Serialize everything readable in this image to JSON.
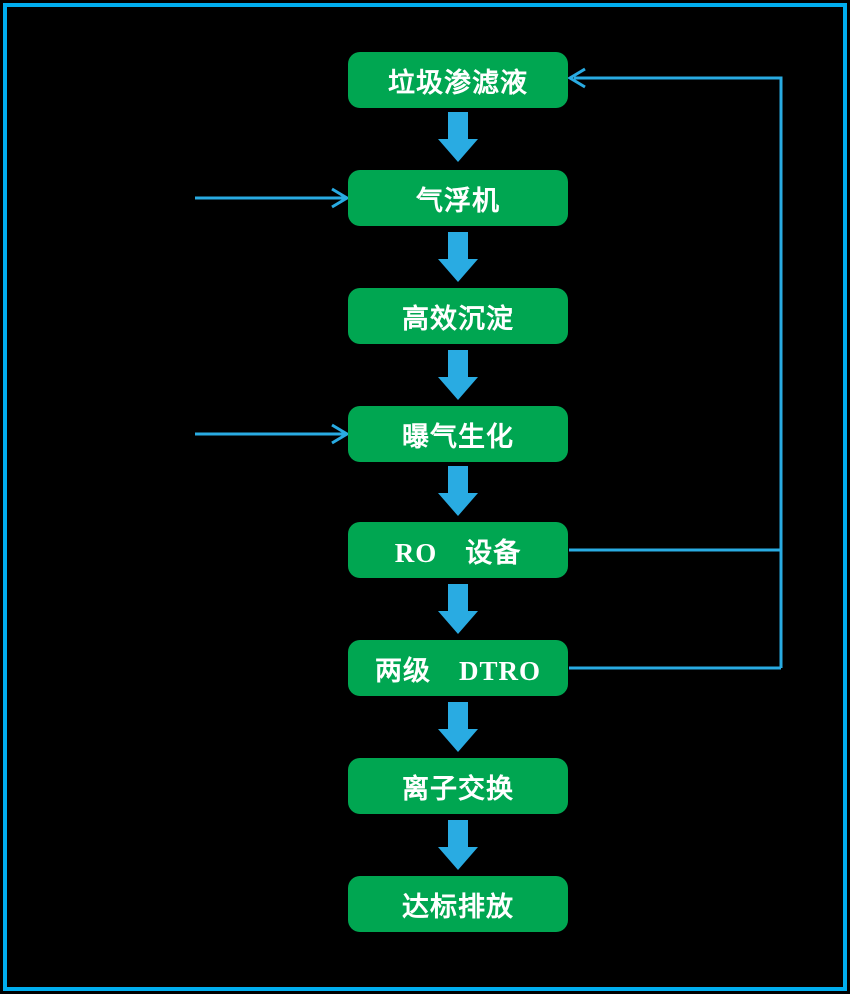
{
  "colors": {
    "background": "#000000",
    "border": "#00AEEF",
    "node_fill": "#00A651",
    "node_text": "#FFFFFF",
    "arrow": "#29ABE2"
  },
  "diagram": {
    "type": "flowchart",
    "nodes": [
      {
        "label": "垃圾渗滤液"
      },
      {
        "label": "气浮机"
      },
      {
        "label": "高效沉淀"
      },
      {
        "label": "曝气生化"
      },
      {
        "label": "RO　设备"
      },
      {
        "label": "两级　DTRO"
      },
      {
        "label": "离子交换"
      },
      {
        "label": "达标排放"
      }
    ],
    "edges": [
      {
        "from": "垃圾渗滤液",
        "to": "气浮机",
        "style": "thick-down-arrow"
      },
      {
        "from": "气浮机",
        "to": "高效沉淀",
        "style": "thick-down-arrow"
      },
      {
        "from": "高效沉淀",
        "to": "曝气生化",
        "style": "thick-down-arrow"
      },
      {
        "from": "曝气生化",
        "to": "RO　设备",
        "style": "thick-down-arrow"
      },
      {
        "from": "RO　设备",
        "to": "两级　DTRO",
        "style": "thick-down-arrow"
      },
      {
        "from": "两级　DTRO",
        "to": "离子交换",
        "style": "thick-down-arrow"
      },
      {
        "from": "离子交换",
        "to": "达标排放",
        "style": "thick-down-arrow"
      },
      {
        "from": "RO　设备",
        "to": "垃圾渗滤液",
        "style": "thin-feedback-right-side"
      },
      {
        "from": "两级　DTRO",
        "to": "垃圾渗滤液",
        "style": "thin-feedback-right-side"
      },
      {
        "to": "气浮机",
        "style": "thin-inflow-from-left"
      },
      {
        "to": "曝气生化",
        "style": "thin-inflow-from-left"
      }
    ]
  }
}
